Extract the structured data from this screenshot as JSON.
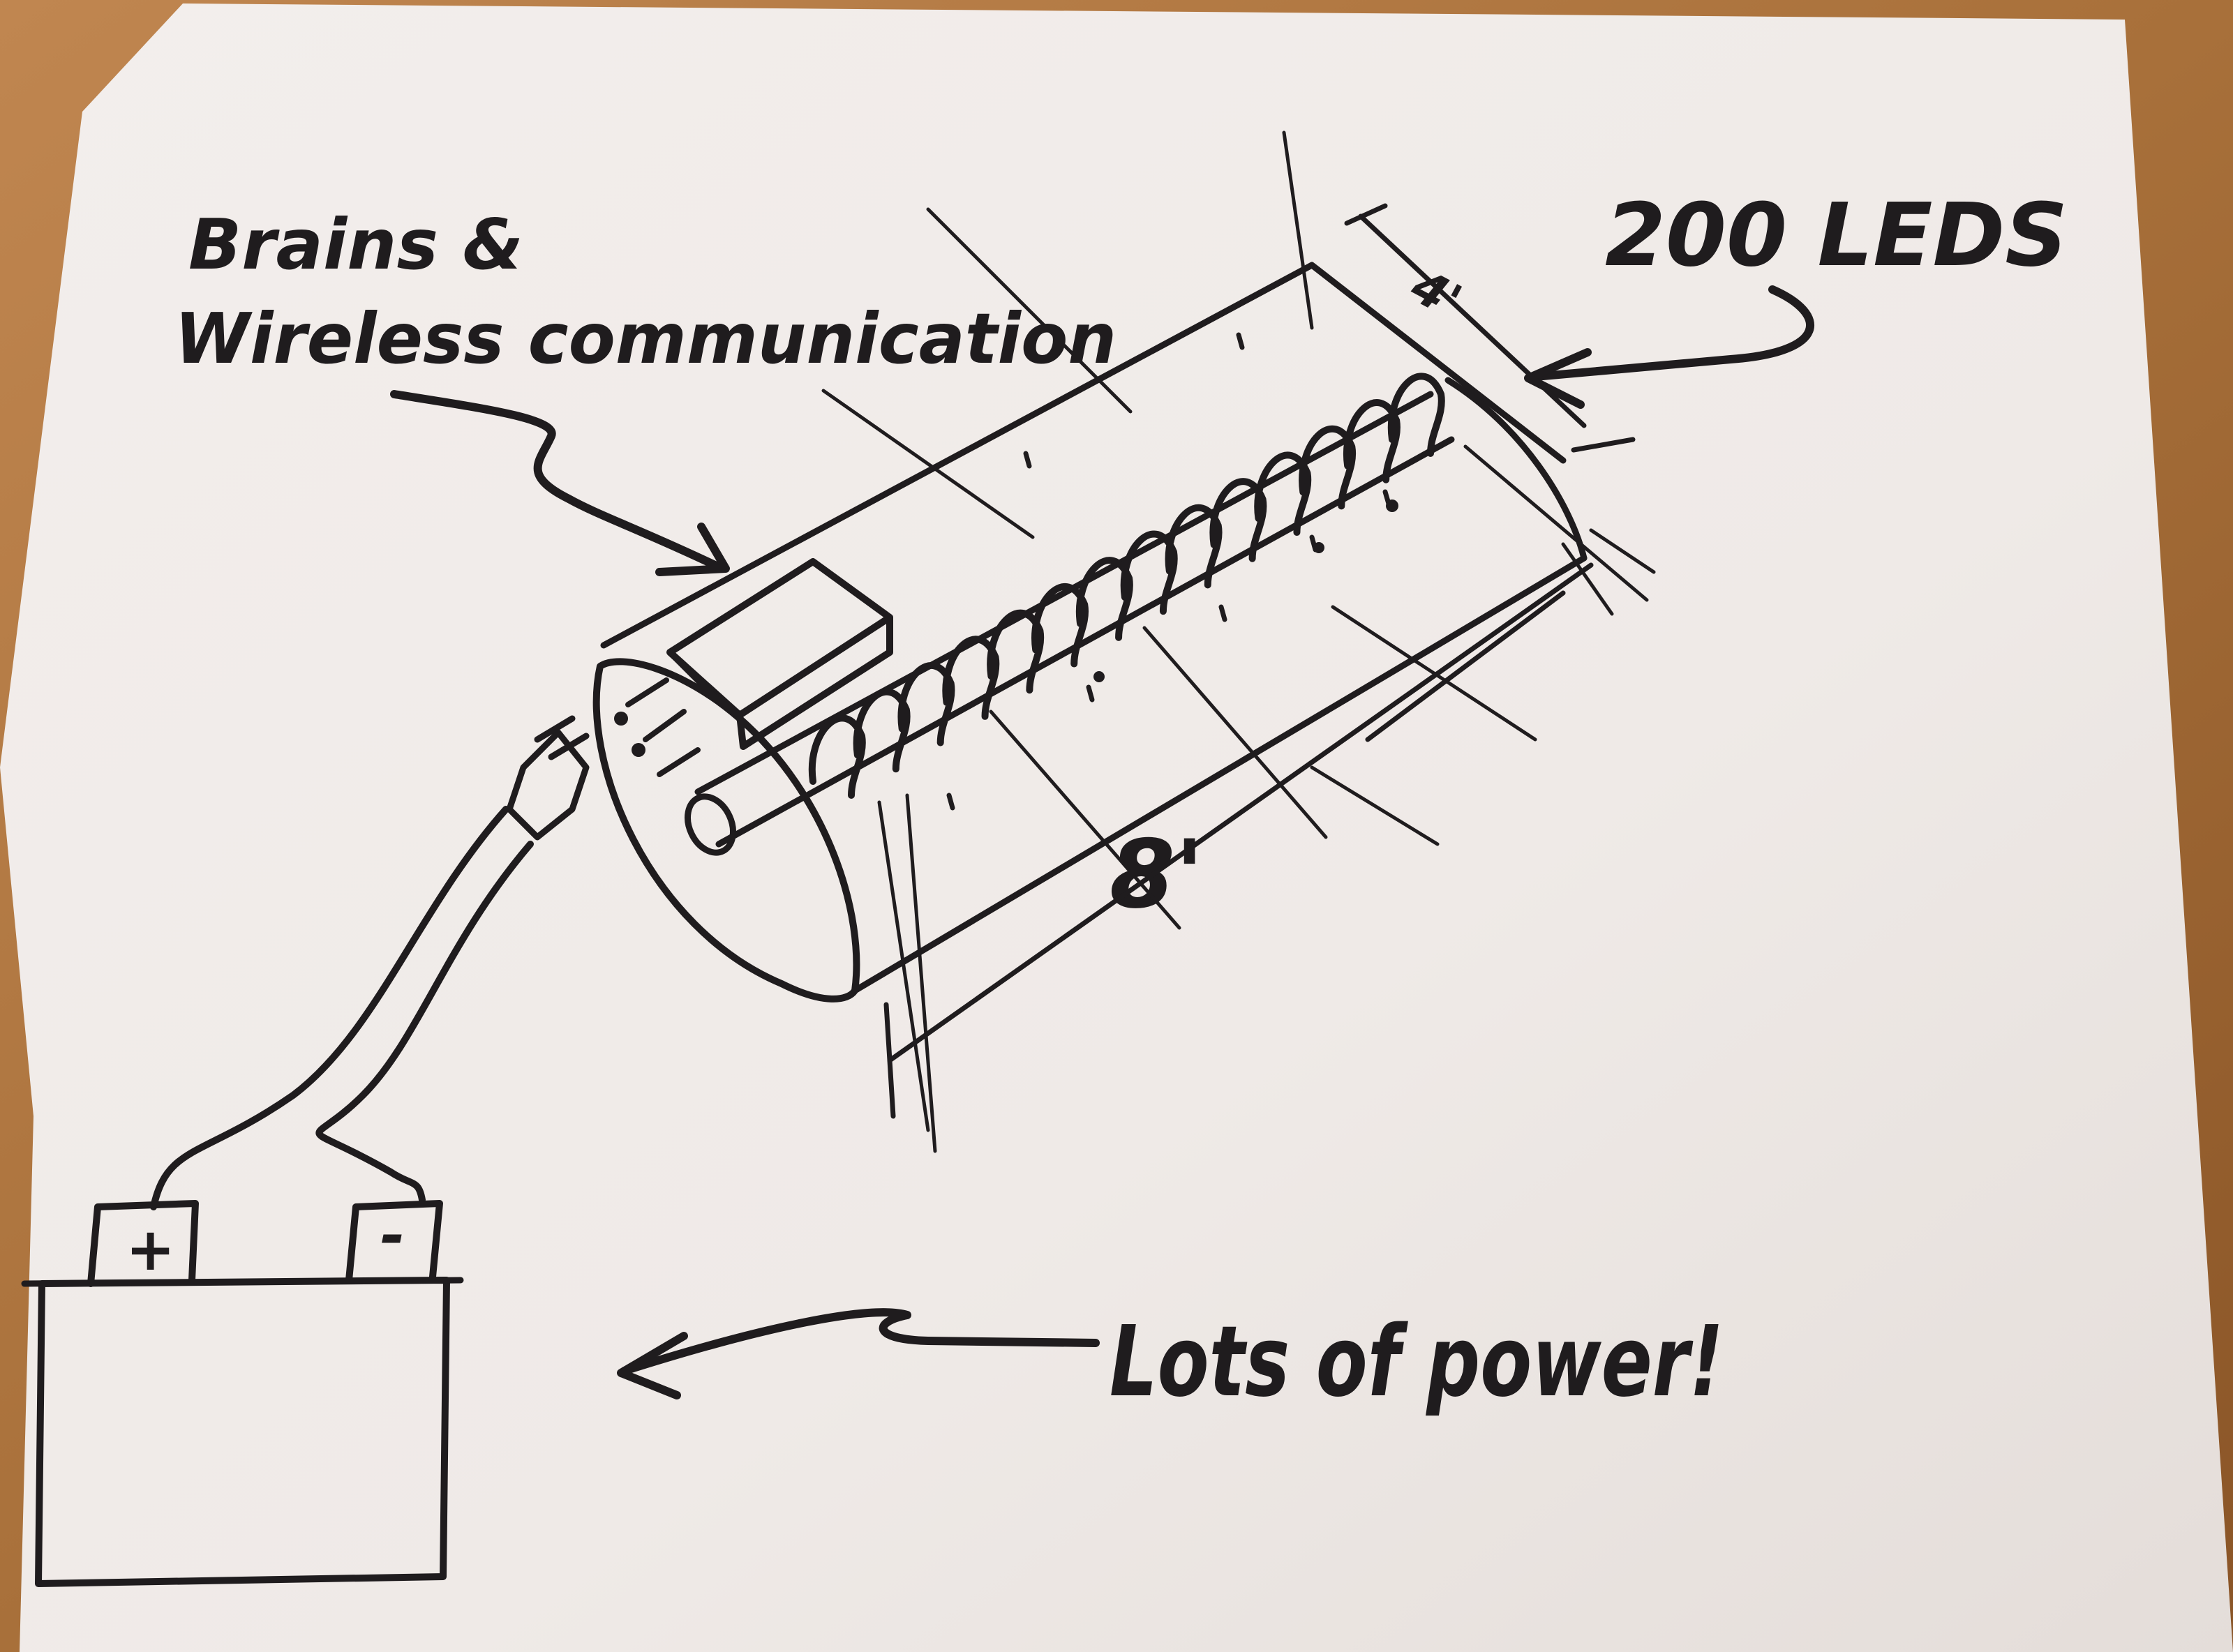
{
  "labels": {
    "brains_line1": "Brains &",
    "brains_line2": "Wireless communication",
    "leds": "200 LEDS",
    "diameter": "4'",
    "length": "8'",
    "battery_positive": "+",
    "battery_negative": "-",
    "power": "Lots of power!"
  },
  "colors": {
    "desk": "#a8703a",
    "paper": "#f1ece9",
    "ink": "#1f1c1e"
  }
}
